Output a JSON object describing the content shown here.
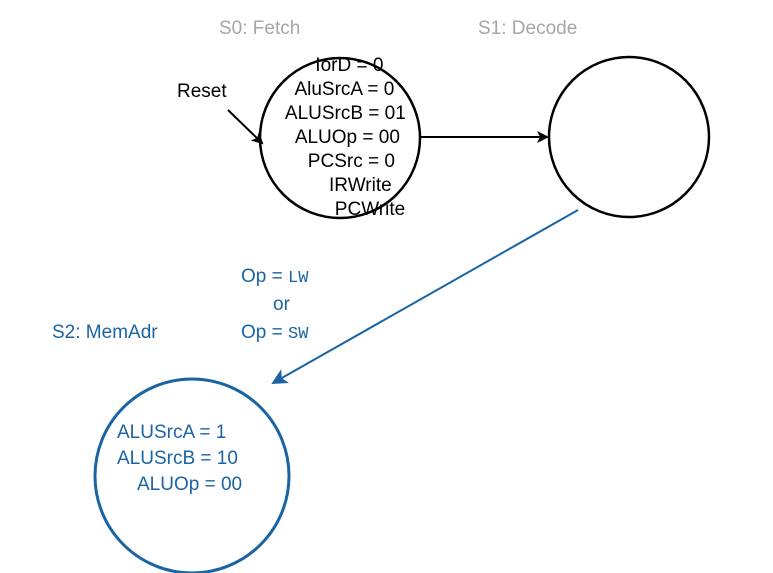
{
  "colors": {
    "state_active": "#000000",
    "state_highlight": "#1a64a4",
    "state_label_inactive": "#a6a6a6"
  },
  "states": {
    "s0": {
      "label": "S0: Fetch",
      "signals": [
        "IorD = 0",
        "AluSrcA = 0",
        "ALUSrcB = 01",
        "ALUOp = 00",
        "PCSrc = 0",
        "IRWrite",
        "PCWrite"
      ]
    },
    "s1": {
      "label": "S1: Decode"
    },
    "s2": {
      "label": "S2: MemAdr",
      "signals": [
        "ALUSrcA = 1",
        "ALUSrcB = 10",
        "ALUOp = 00"
      ]
    }
  },
  "reset_label": "Reset",
  "transition_s1_s2": {
    "op_prefix": "Op = ",
    "op1_value": "LW",
    "or_text": "or",
    "op2_value": "SW"
  }
}
